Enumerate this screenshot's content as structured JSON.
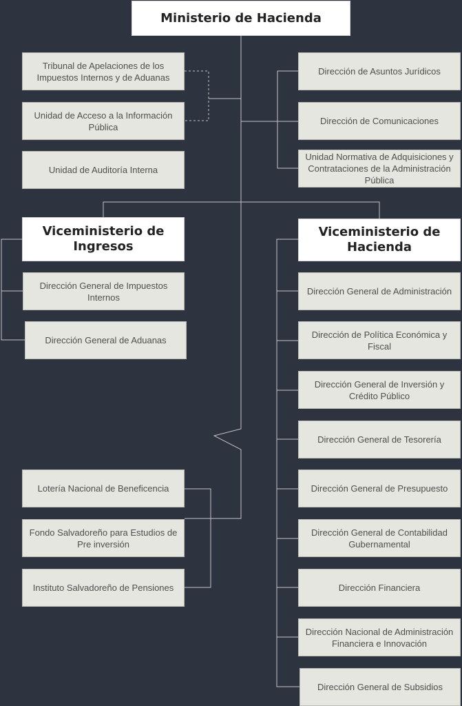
{
  "root": "Ministerio de Hacienda",
  "staff_left": [
    "Tribunal de Apelaciones de los Impuestos Internos y de Aduanas",
    "Unidad de Acceso a la Información Pública",
    "Unidad de Auditoría Interna"
  ],
  "staff_right": [
    "Dirección de Asuntos Jurídicos",
    "Dirección de Comunicaciones",
    "Unidad Normativa de Adquisiciones y Contrataciones de la Administración Pública"
  ],
  "vice_ingresos": {
    "title": "Viceministerio de Ingresos",
    "units": [
      "Dirección General de Impuestos Internos",
      "Dirección General de Aduanas"
    ]
  },
  "vice_hacienda": {
    "title": "Viceministerio de Hacienda",
    "units": [
      "Dirección General de Administración",
      "Dirección de Política Económica y Fiscal",
      "Dirección General de Inversión y Crédito Público",
      "Dirección General de Tesorería",
      "Dirección General de Presupuesto",
      "Dirección General de Contabilidad Gubernamental",
      "Dirección Financiera",
      "Dirección Nacional de Administración Financiera e Innovación",
      "Dirección General de Subsidios"
    ]
  },
  "attached_entities": [
    "Lotería Nacional de Beneficencia",
    "Fondo Salvadoreño para Estudios de Pre inversión",
    "Instituto Salvadoreño de Pensiones"
  ]
}
